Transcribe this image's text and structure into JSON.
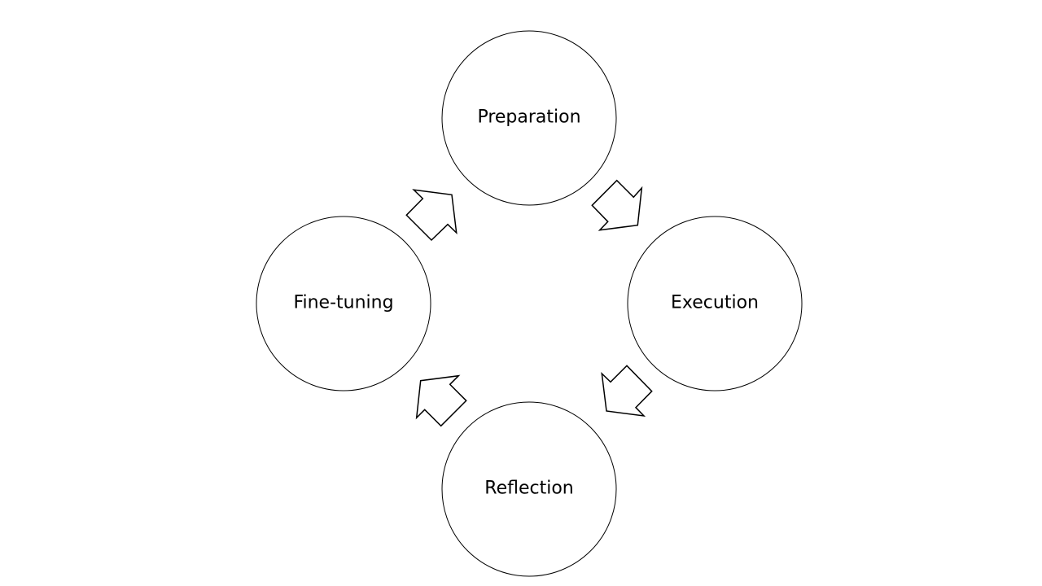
{
  "diagram": {
    "type": "cycle",
    "direction": "clockwise",
    "nodes": [
      {
        "id": "preparation",
        "label": "Preparation"
      },
      {
        "id": "execution",
        "label": "Execution"
      },
      {
        "id": "reflection",
        "label": "Reflection"
      },
      {
        "id": "fine-tuning",
        "label": "Fine-tuning"
      }
    ],
    "edges": [
      {
        "from": "preparation",
        "to": "execution"
      },
      {
        "from": "execution",
        "to": "reflection"
      },
      {
        "from": "reflection",
        "to": "fine-tuning"
      },
      {
        "from": "fine-tuning",
        "to": "preparation"
      }
    ],
    "colors": {
      "stroke": "#000000",
      "fill": "#ffffff",
      "text": "#000000"
    }
  }
}
